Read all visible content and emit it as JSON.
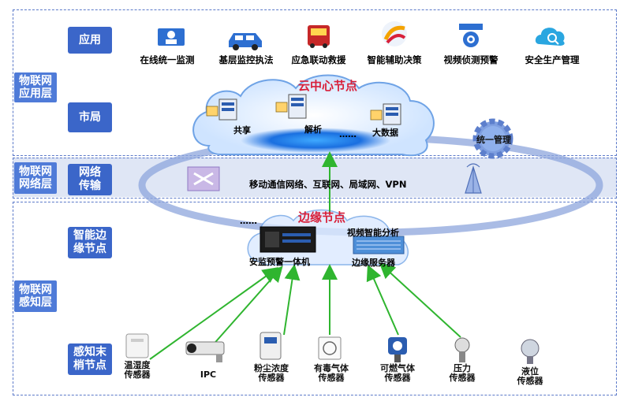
{
  "layers": {
    "application": "物联网\n应用层",
    "network": "物联网\n网络层",
    "perception": "物联网\n感知层"
  },
  "tiers": {
    "app": "应用",
    "city": "市局",
    "transport": "网络\n传输",
    "edge": "智能边\n缘节点",
    "terminal": "感知末\n梢节点"
  },
  "apps": [
    {
      "label": "在线统一监测",
      "icon": "monitor-person-icon"
    },
    {
      "label": "基层监控执法",
      "icon": "police-car-icon"
    },
    {
      "label": "应急联动救援",
      "icon": "fire-truck-icon"
    },
    {
      "label": "智能辅助决策",
      "icon": "decision-swirl-icon"
    },
    {
      "label": "视频侦测预警",
      "icon": "camera-icon"
    },
    {
      "label": "安全生产管理",
      "icon": "cloud-search-icon"
    }
  ],
  "cloud": {
    "title": "云中心节点",
    "servers": [
      "共享",
      "解析",
      "大数据"
    ],
    "ellipsis": "……",
    "gear_label": "统一管理"
  },
  "network": {
    "text": "移动通信网络、互联网、局域网、VPN"
  },
  "edge": {
    "title": "边缘节点",
    "ellipsis": "……",
    "device1": "安监预警一体机",
    "video": "视频智能分析",
    "device2": "边缘服务器"
  },
  "sensors": [
    {
      "label": "温湿度\n传感器",
      "icon": "humidity-sensor-icon"
    },
    {
      "label": "IPC",
      "icon": "ipc-camera-icon"
    },
    {
      "label": "粉尘浓度\n传感器",
      "icon": "dust-sensor-icon"
    },
    {
      "label": "有毒气体\n传感器",
      "icon": "toxic-gas-sensor-icon"
    },
    {
      "label": "可燃气体\n传感器",
      "icon": "combustible-gas-sensor-icon"
    },
    {
      "label": "压力\n传感器",
      "icon": "pressure-sensor-icon"
    },
    {
      "label": "液位\n传感器",
      "icon": "level-sensor-icon"
    }
  ],
  "colors": {
    "accent": "#4f7bd8",
    "title_red": "#d8203a",
    "arrow_green": "#2fb52f",
    "ring": "#8ea6dc"
  }
}
